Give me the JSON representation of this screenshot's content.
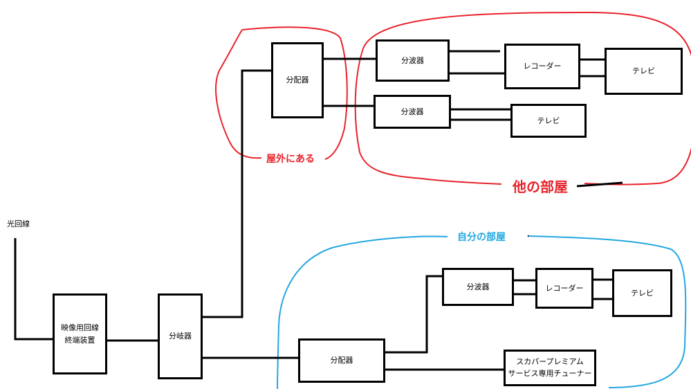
{
  "colors": {
    "red": "#e8232c",
    "blue": "#22a7e0",
    "line": "#000000"
  },
  "labels": {
    "fiber_line": "光回線",
    "outdoors": "屋外にある",
    "other_rooms": "他の部屋",
    "my_room": "自分の部屋"
  },
  "devices": {
    "onu": [
      "映像用回線",
      "終端装置"
    ],
    "brancher": "分岐器",
    "splitter_outdoor": "分配器",
    "other_wave_splitter_1": "分波器",
    "other_recorder": "レコーダー",
    "other_tv_1": "テレビ",
    "other_wave_splitter_2": "分波器",
    "other_tv_2": "テレビ",
    "my_splitter": "分配器",
    "my_wave_splitter": "分波器",
    "my_recorder": "レコーダー",
    "my_tv": "テレビ",
    "skyperfect_tuner": [
      "スカパープレミアム",
      "サービス専用チューナー"
    ]
  }
}
